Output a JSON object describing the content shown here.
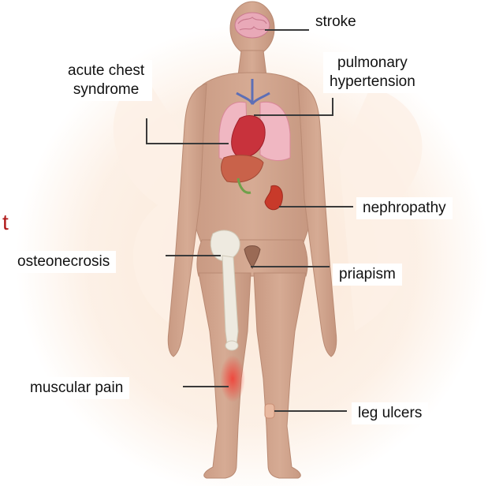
{
  "diagram": {
    "colors": {
      "skin": "#d3a68f",
      "skin_shadow": "#b98a73",
      "background_glow": "#fbe7d6",
      "leader_line": "#3a3a3a",
      "brain": "#e9a9b8",
      "lung": "#f0b7c2",
      "heart": "#c8323c",
      "liver": "#c9624a",
      "kidney": "#c83a2a",
      "bone": "#eeeae0",
      "ulcer": "#e9b9a0",
      "pain_glow": "#f0443a",
      "stray_text": "#b01a1a"
    },
    "stray_fragment": "t",
    "labels": {
      "stroke": "stroke",
      "pulmonary_hypertension": [
        "pulmonary",
        "hypertension"
      ],
      "acute_chest_syndrome": [
        "acute chest",
        "syndrome"
      ],
      "nephropathy": "nephropathy",
      "osteonecrosis": "osteonecrosis",
      "priapism": "priapism",
      "muscular_pain": "muscular pain",
      "leg_ulcers": "leg ulcers"
    }
  }
}
